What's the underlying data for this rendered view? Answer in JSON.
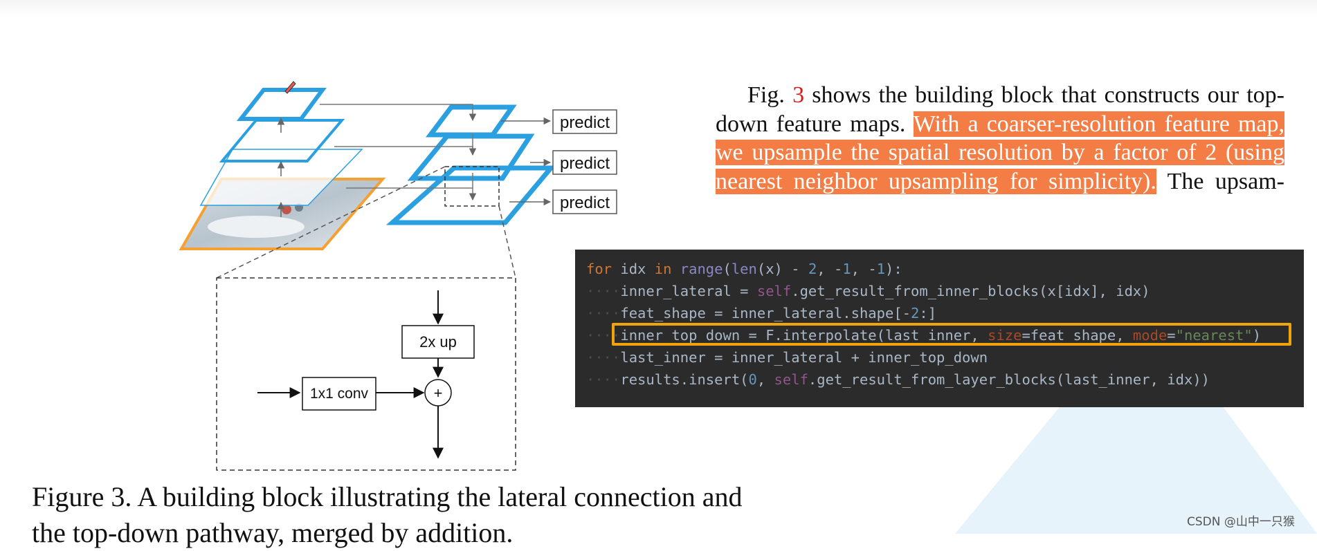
{
  "paragraph": {
    "line1_prefix": "Fig. ",
    "line1_ref": "3",
    "line1_suffix": " shows the building block that constructs our top-",
    "line2_plain": "down feature maps. ",
    "line2_highlight": "With a coarser-resolution feature map,",
    "line3_highlight": "we upsample the spatial resolution by a factor of 2 (using",
    "line4_highlight": "nearest neighbor upsampling for simplicity).",
    "line4_plain": " The upsam-",
    "highlight_color": "#f37d45",
    "ref_color": "#d21f1f"
  },
  "diagram": {
    "predict_labels": [
      "predict",
      "predict",
      "predict"
    ],
    "upsample_label": "2x up",
    "conv_label": "1x1 conv",
    "plus_symbol": "+",
    "pyramid_color": "#2ba0e0",
    "image_border_color": "#f5a030"
  },
  "code": {
    "highlight_box_color": "#f0a30a",
    "background": "#2b2b2b"
  },
  "caption": {
    "line1": "Figure 3. A building block illustrating the lateral connection and",
    "line2": "the top-down pathway, merged by addition."
  },
  "credit": "CSDN @山中一只猴"
}
